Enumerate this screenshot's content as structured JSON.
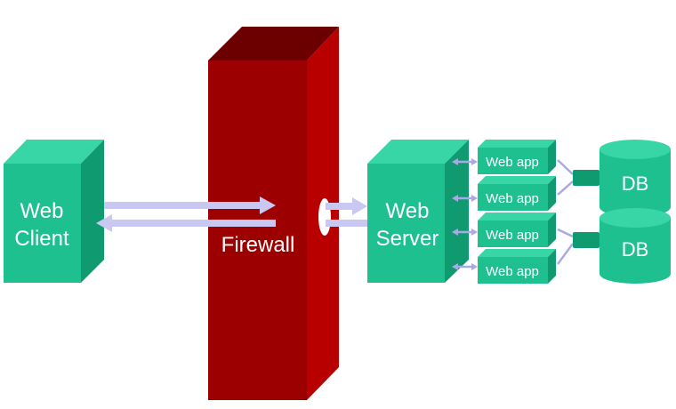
{
  "colors": {
    "box_front": "#1fc08f",
    "box_top": "#38d6a6",
    "box_side": "#109a70",
    "firewall_front": "#9c0000",
    "firewall_top": "#6c0000",
    "firewall_side": "#b80000",
    "arrow": "#c8c8f2",
    "arrow_outline": "#a9a9e6"
  },
  "nodes": {
    "web_client": {
      "line1": "Web",
      "line2": "Client"
    },
    "firewall": {
      "label": "Firewall"
    },
    "web_server": {
      "line1": "Web",
      "line2": "Server"
    },
    "web_apps": [
      "Web app",
      "Web app",
      "Web app",
      "Web app"
    ],
    "databases": [
      "DB",
      "DB"
    ]
  }
}
